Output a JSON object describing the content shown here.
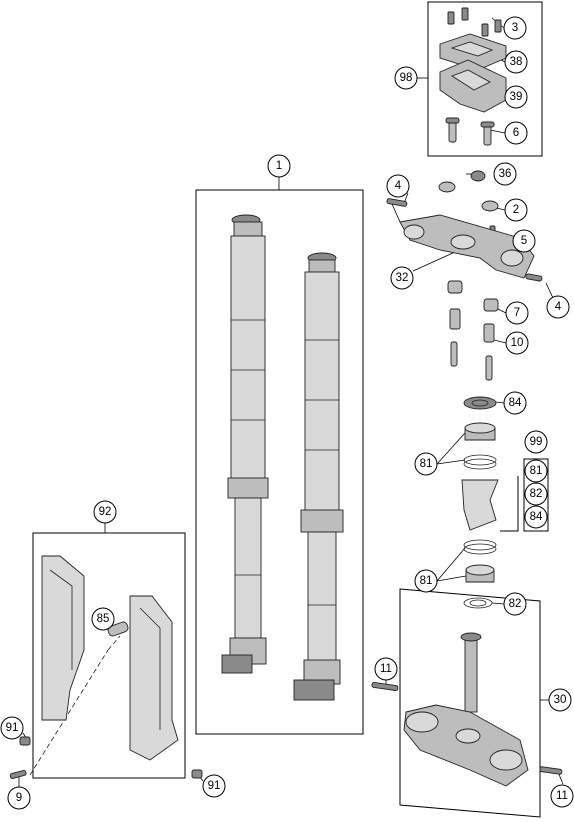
{
  "diagram": {
    "callouts": {
      "c1": "1",
      "c2": "2",
      "c3": "3",
      "c4a": "4",
      "c4b": "4",
      "c5": "5",
      "c6": "6",
      "c7": "7",
      "c9": "9",
      "c10": "10",
      "c11a": "11",
      "c11b": "11",
      "c30": "30",
      "c32": "32",
      "c36": "36",
      "c38": "38",
      "c39": "39",
      "c81a": "81",
      "c81b": "81",
      "c81c": "81",
      "c82a": "82",
      "c82b": "82",
      "c84a": "84",
      "c84b": "84",
      "c85": "85",
      "c91a": "91",
      "c91b": "91",
      "c92": "92",
      "c98": "98",
      "c99": "99"
    }
  }
}
